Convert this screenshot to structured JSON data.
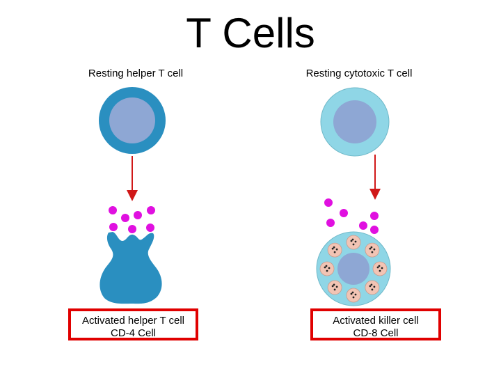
{
  "title": "T Cells",
  "left": {
    "resting_label": "Resting helper T cell",
    "activated_line1": "Activated helper T cell",
    "activated_line2": "CD-4 Cell"
  },
  "right": {
    "resting_label": "Resting cytotoxic T cell",
    "activated_line1": "Activated killer cell",
    "activated_line2": "CD-8 Cell"
  },
  "colors": {
    "helper_membrane": "#2a8fc0",
    "cytotoxic_membrane": "#8fd6e6",
    "nucleus": "#8ea7d4",
    "arrow": "#d01818",
    "cytokine": "#e010e0",
    "granule": "#f2c4b4",
    "box_border": "#e00000"
  }
}
